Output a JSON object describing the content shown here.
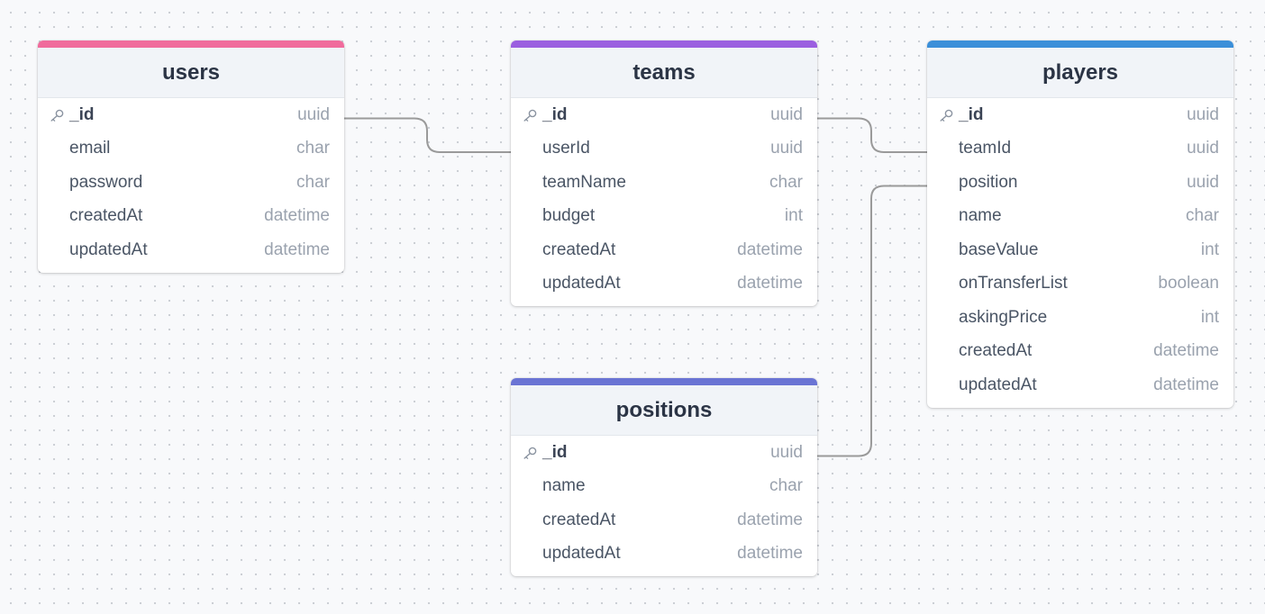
{
  "tables": [
    {
      "name": "users",
      "accent": "#f06b9c",
      "fields": [
        {
          "name": "_id",
          "type": "uuid",
          "pk": true
        },
        {
          "name": "email",
          "type": "char"
        },
        {
          "name": "password",
          "type": "char"
        },
        {
          "name": "createdAt",
          "type": "datetime"
        },
        {
          "name": "updatedAt",
          "type": "datetime"
        }
      ]
    },
    {
      "name": "teams",
      "accent": "#9b5fe0",
      "fields": [
        {
          "name": "_id",
          "type": "uuid",
          "pk": true
        },
        {
          "name": "userId",
          "type": "uuid"
        },
        {
          "name": "teamName",
          "type": "char"
        },
        {
          "name": "budget",
          "type": "int"
        },
        {
          "name": "createdAt",
          "type": "datetime"
        },
        {
          "name": "updatedAt",
          "type": "datetime"
        }
      ]
    },
    {
      "name": "players",
      "accent": "#3b8fd9",
      "fields": [
        {
          "name": "_id",
          "type": "uuid",
          "pk": true
        },
        {
          "name": "teamId",
          "type": "uuid"
        },
        {
          "name": "position",
          "type": "uuid"
        },
        {
          "name": "name",
          "type": "char"
        },
        {
          "name": "baseValue",
          "type": "int"
        },
        {
          "name": "onTransferList",
          "type": "boolean"
        },
        {
          "name": "askingPrice",
          "type": "int"
        },
        {
          "name": "createdAt",
          "type": "datetime"
        },
        {
          "name": "updatedAt",
          "type": "datetime"
        }
      ]
    },
    {
      "name": "positions",
      "accent": "#6a74d4",
      "fields": [
        {
          "name": "_id",
          "type": "uuid",
          "pk": true
        },
        {
          "name": "name",
          "type": "char"
        },
        {
          "name": "createdAt",
          "type": "datetime"
        },
        {
          "name": "updatedAt",
          "type": "datetime"
        }
      ]
    }
  ],
  "relations": [
    {
      "from": "users._id",
      "to": "teams.userId"
    },
    {
      "from": "teams._id",
      "to": "players.teamId"
    },
    {
      "from": "positions._id",
      "to": "players.position"
    }
  ],
  "icons": {
    "primary_key": "key-icon"
  },
  "colors": {
    "edge": "#9a9a9a",
    "header_bg": "#f1f4f8",
    "type_text": "#9aa2ae"
  }
}
